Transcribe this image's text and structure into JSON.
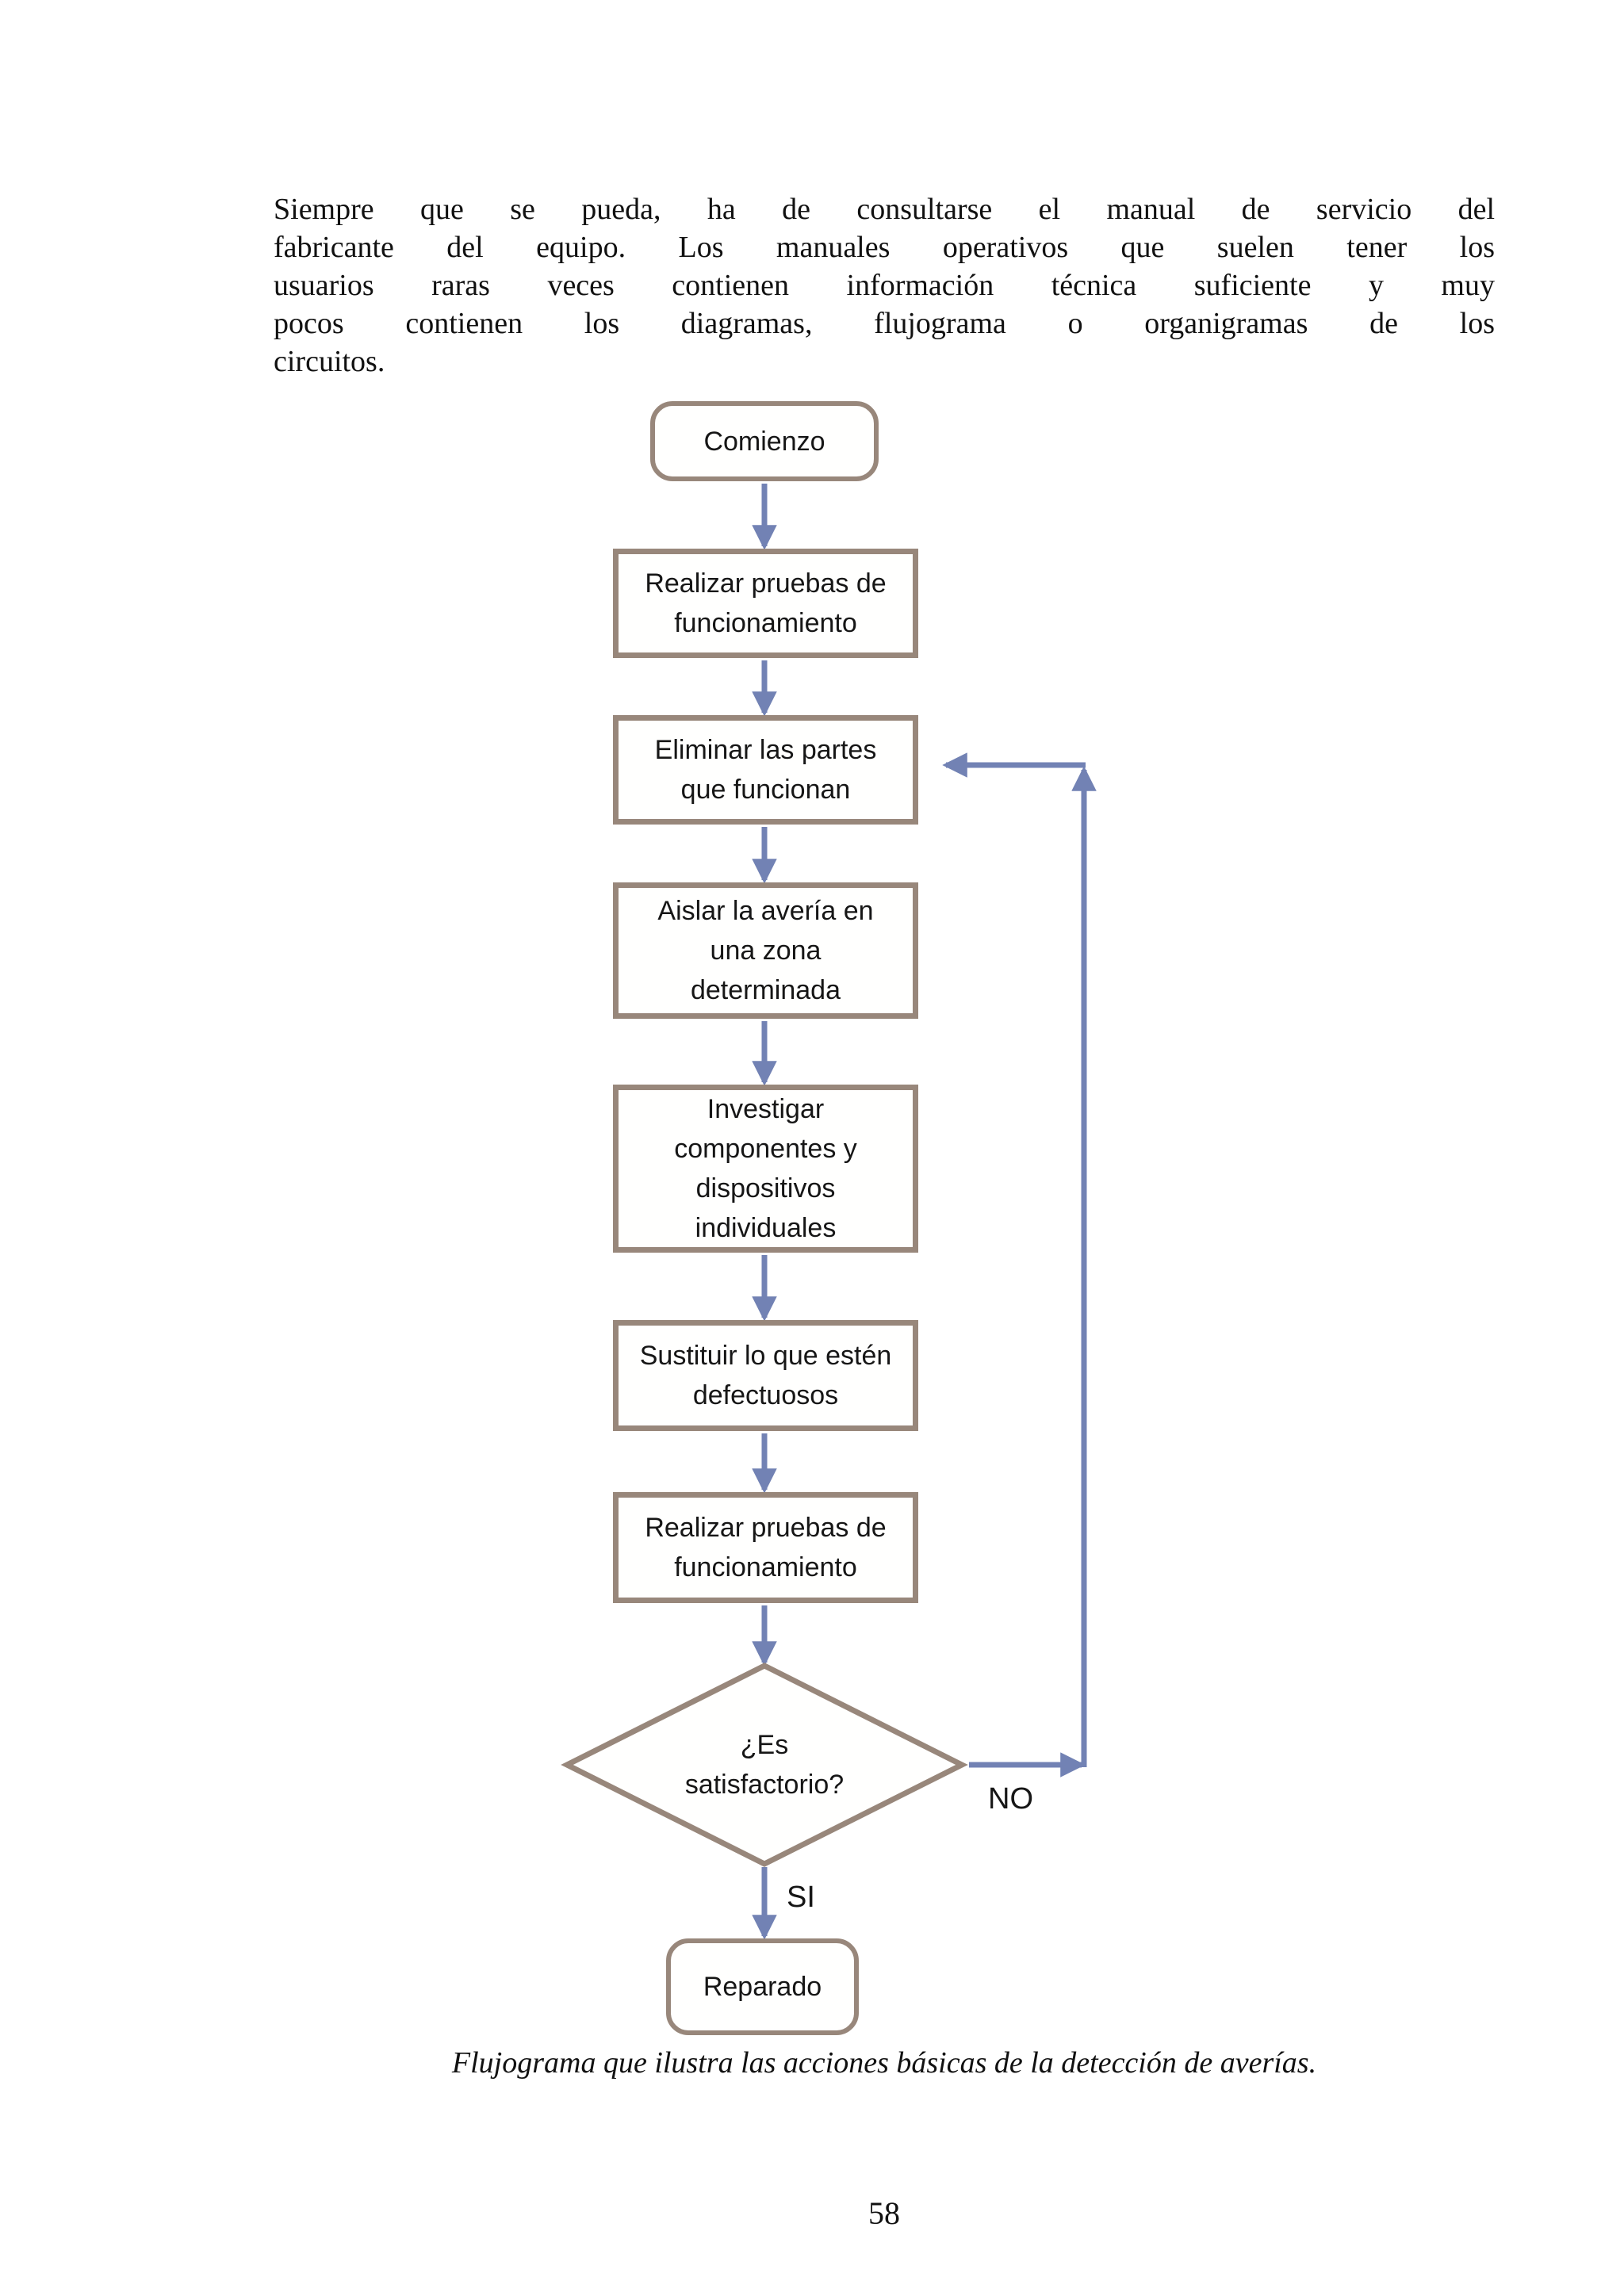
{
  "page": {
    "paragraph_lines": [
      "Siempre que se pueda, ha de consultarse el manual de servicio del",
      "fabricante del equipo. Los manuales operativos que suelen tener los",
      "usuarios raras veces contienen información técnica suficiente y muy",
      "pocos contienen los diagramas, flujograma o organigramas de los",
      "circuitos."
    ],
    "caption": "Flujograma que ilustra las acciones básicas de la detección de averías.",
    "page_number": "58"
  },
  "flowchart": {
    "nodes": {
      "start": [
        "Comienzo"
      ],
      "step1": [
        "Realizar pruebas de",
        "funcionamiento"
      ],
      "step2": [
        "Eliminar las partes",
        "que funcionan"
      ],
      "step3": [
        "Aislar la avería en",
        "una zona",
        "determinada"
      ],
      "step4": [
        "Investigar",
        "componentes y",
        "dispositivos",
        "individuales"
      ],
      "step5": [
        "Sustituir lo que estén",
        "defectuosos"
      ],
      "step6": [
        "Realizar pruebas de",
        "funcionamiento"
      ],
      "decision": [
        "¿Es",
        "satisfactorio?"
      ],
      "end": [
        "Reparado"
      ]
    },
    "branch_labels": {
      "yes": "SI",
      "no": "NO"
    },
    "colors": {
      "box_border": "#98877b",
      "arrow": "#7282b4",
      "text": "#161616"
    }
  }
}
